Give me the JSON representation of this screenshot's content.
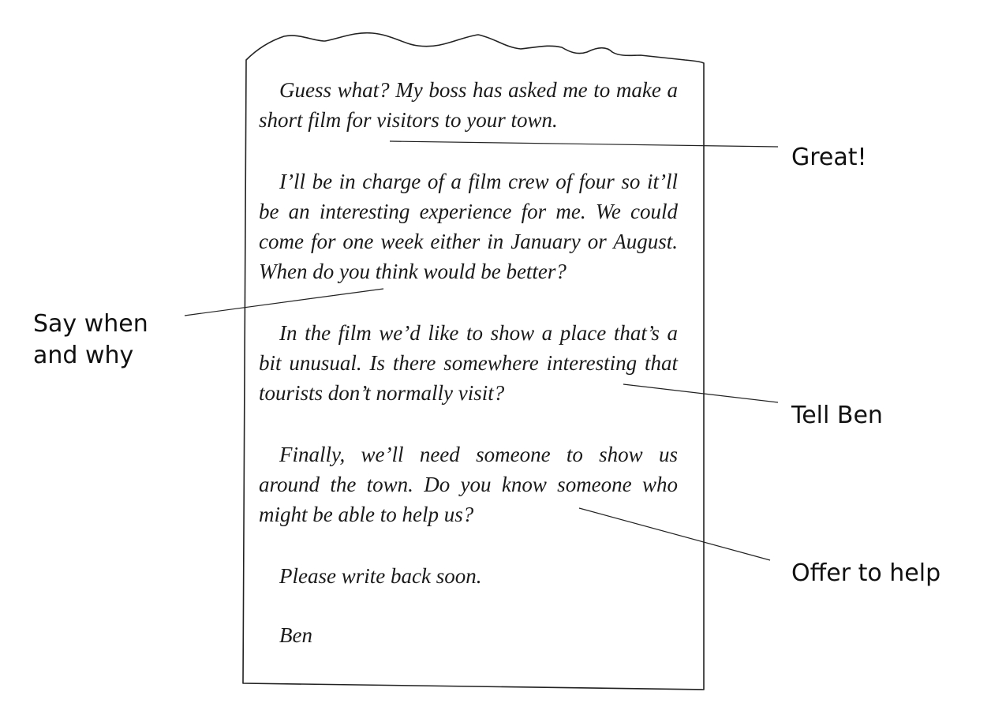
{
  "letter": {
    "paragraphs": [
      "Guess what? My boss has asked me to make a short film for visitors to your town.",
      "I’ll be in charge of a film crew of four so it’ll be an interesting experience for me. We could come for one week either in January or August. When do you think would be better?",
      "In the film we’d like to show a place that’s a bit unusual. Is there somewhere interesting that tourists don’t normally visit?",
      "Finally, we’ll need someone to show us around the town. Do you know someone who might be able to help us?"
    ],
    "closing": "Please write back soon.",
    "signature": "Ben"
  },
  "annotations": {
    "great": "Great!",
    "say_when": "Say when and why",
    "tell_ben": "Tell Ben",
    "offer_help": "Offer to help"
  }
}
